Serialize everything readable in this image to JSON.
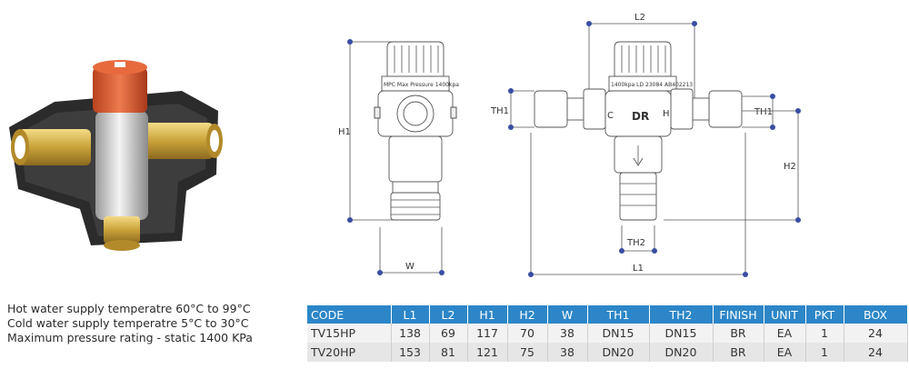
{
  "notes": [
    "Hot water supply temperatre 60°C to 99°C",
    "Cold water supply temperatre 5°C to 30°C",
    "Maximum pressure rating - static 1400 KPa"
  ],
  "drawing_labels": {
    "side_h1": "H1",
    "side_w": "W",
    "side_text": "MPC Max Pressure 1400kpa",
    "front_l2": "L2",
    "front_l1": "L1",
    "front_h2": "H2",
    "front_th1_left": "TH1",
    "front_th1_right": "TH1",
    "front_th2": "TH2",
    "front_c": "C",
    "front_h": "H",
    "front_logo": "DR",
    "front_text": "1400kpa LD 23084 AB402213"
  },
  "table": {
    "headers": [
      "CODE",
      "L1",
      "L2",
      "H1",
      "H2",
      "W",
      "TH1",
      "TH2",
      "FINISH",
      "UNIT",
      "PKT",
      "BOX"
    ],
    "rows": [
      [
        "TV15HP",
        "138",
        "69",
        "117",
        "70",
        "38",
        "DN15",
        "DN15",
        "BR",
        "EA",
        "1",
        "24"
      ],
      [
        "TV20HP",
        "153",
        "81",
        "121",
        "75",
        "38",
        "DN20",
        "DN20",
        "BR",
        "EA",
        "1",
        "24"
      ]
    ]
  },
  "colors": {
    "header_blue": "#2c86c7",
    "dim_dot": "#3a4ea3",
    "cap_orange": "#d9542c",
    "brass": "#c9a23a",
    "housing_black": "#2b2b2b"
  }
}
